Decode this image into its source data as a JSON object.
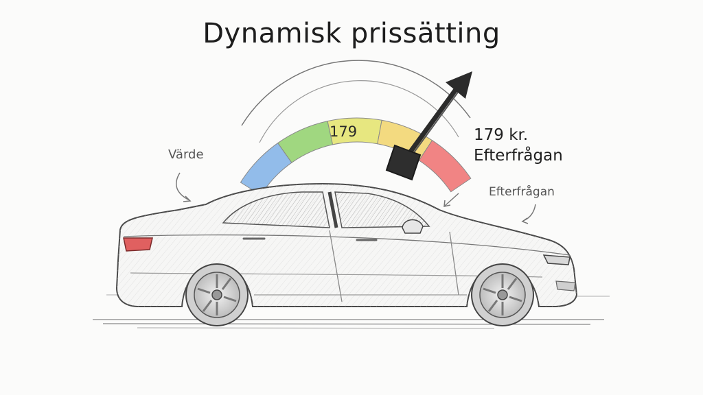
{
  "title": "Dynamisk prissätting",
  "gauge": {
    "center_label": "179",
    "price_label": "179 kr.",
    "demand_label": "Efterfrågan",
    "segment_colors": [
      "#7fb0e6",
      "#8fd06a",
      "#e3e36a",
      "#f1d46a",
      "#ee6f6f"
    ]
  },
  "annotations": {
    "value_note": "Värde",
    "demand_note": "Efterfrågan"
  },
  "colors": {
    "ink": "#2b2b2b",
    "pencil": "#8a8a8a"
  }
}
